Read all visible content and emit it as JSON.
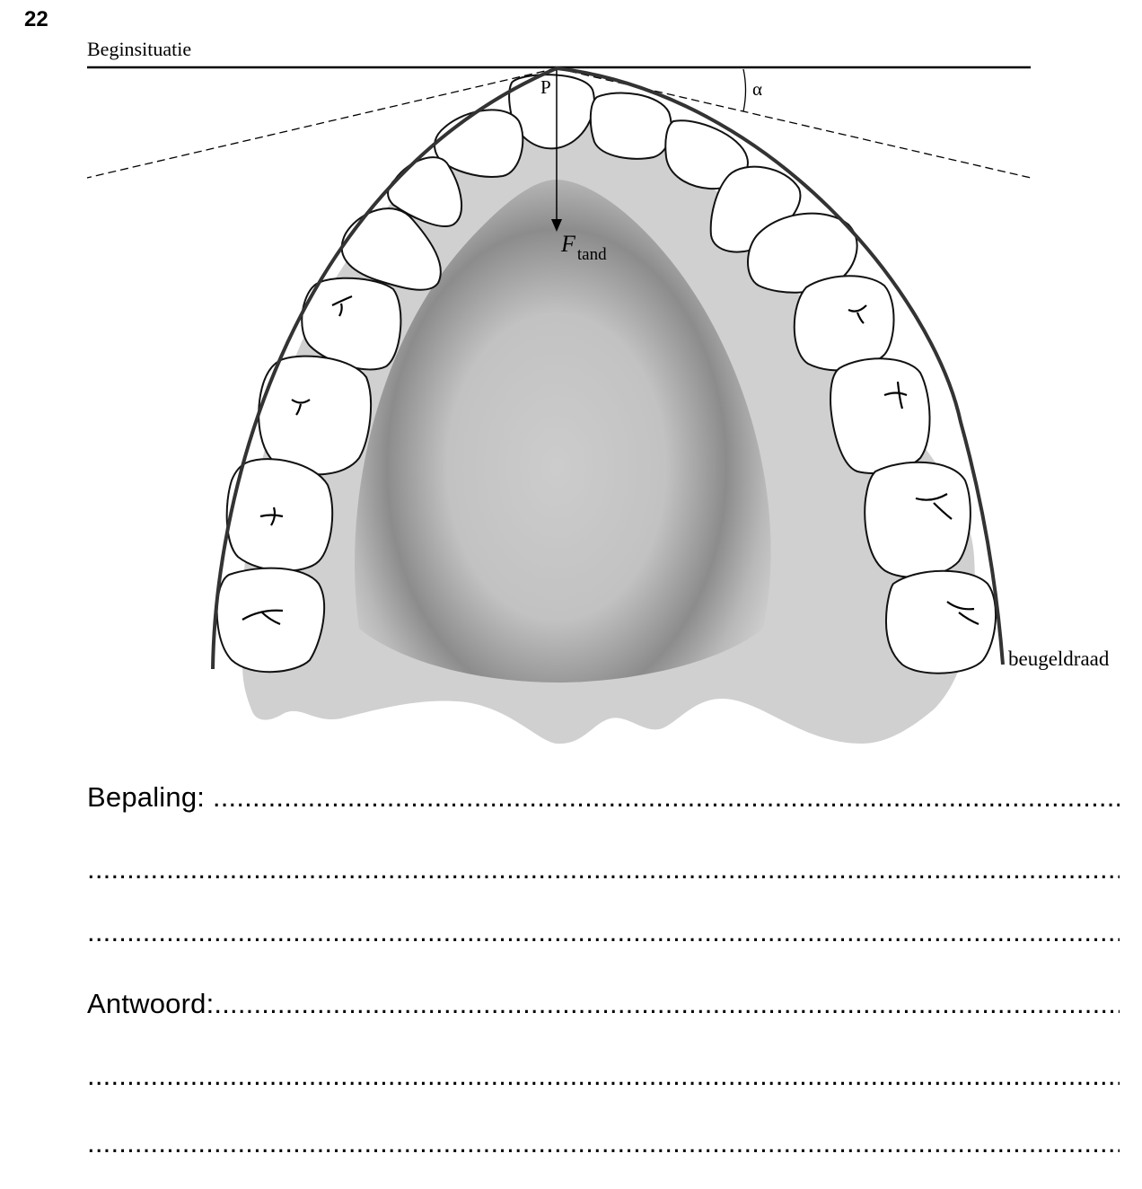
{
  "question_number": "22",
  "diagram": {
    "title": "Beginsituatie",
    "point_label": "P",
    "angle_label": "α",
    "force_symbol": "F",
    "force_subscript": "tand",
    "wire_label": "beugeldraad"
  },
  "answer_lines": [
    {
      "label": "Bepaling: "
    },
    {
      "label": ""
    },
    {
      "label": ""
    },
    {
      "label": "Antwoord:"
    },
    {
      "label": ""
    },
    {
      "label": ""
    }
  ],
  "colors": {
    "palate": "#d0d0d0",
    "palate_dark": "#8a8a8a",
    "wire": "#333333",
    "tooth_fill": "#ffffff",
    "tooth_stroke": "#111111"
  }
}
